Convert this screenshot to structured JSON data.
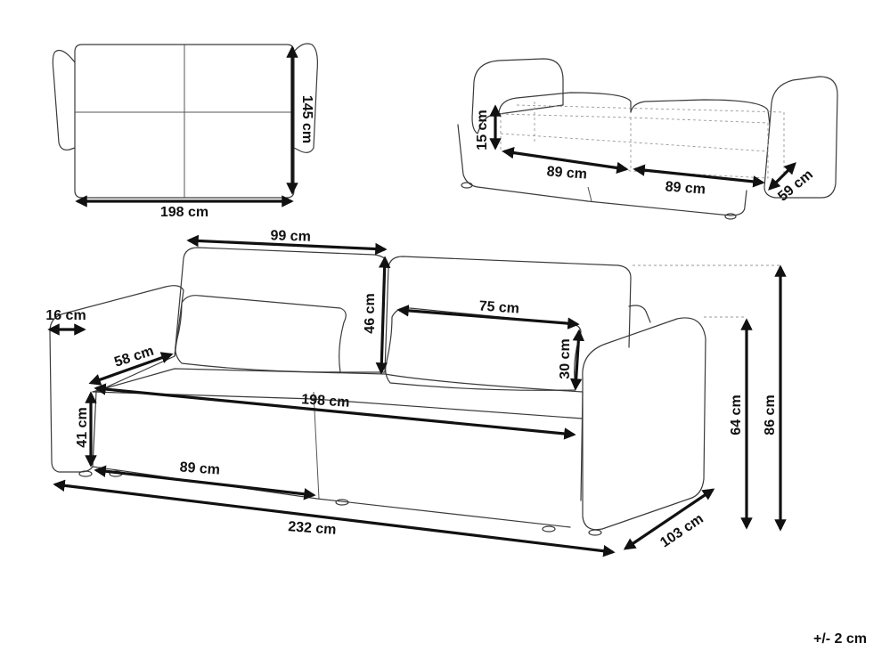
{
  "top_view": {
    "width_label": "198 cm",
    "depth_label": "145 cm"
  },
  "bed_view": {
    "seat_label_left": "89 cm",
    "seat_label_right": "89 cm",
    "height_label": "15 cm",
    "depth_label": "59 cm"
  },
  "main_view": {
    "backrest_width": "99 cm",
    "backrest_height": "46 cm",
    "pillow_width": "75 cm",
    "pillow_height": "30 cm",
    "arm_width": "16 cm",
    "seat_depth": "58 cm",
    "seat_width": "198 cm",
    "seat_height": "41 cm",
    "cushion_width": "89 cm",
    "total_width": "232 cm",
    "total_depth": "103 cm",
    "arm_height": "64 cm",
    "total_height": "86 cm"
  },
  "tolerance": "+/- 2 cm"
}
